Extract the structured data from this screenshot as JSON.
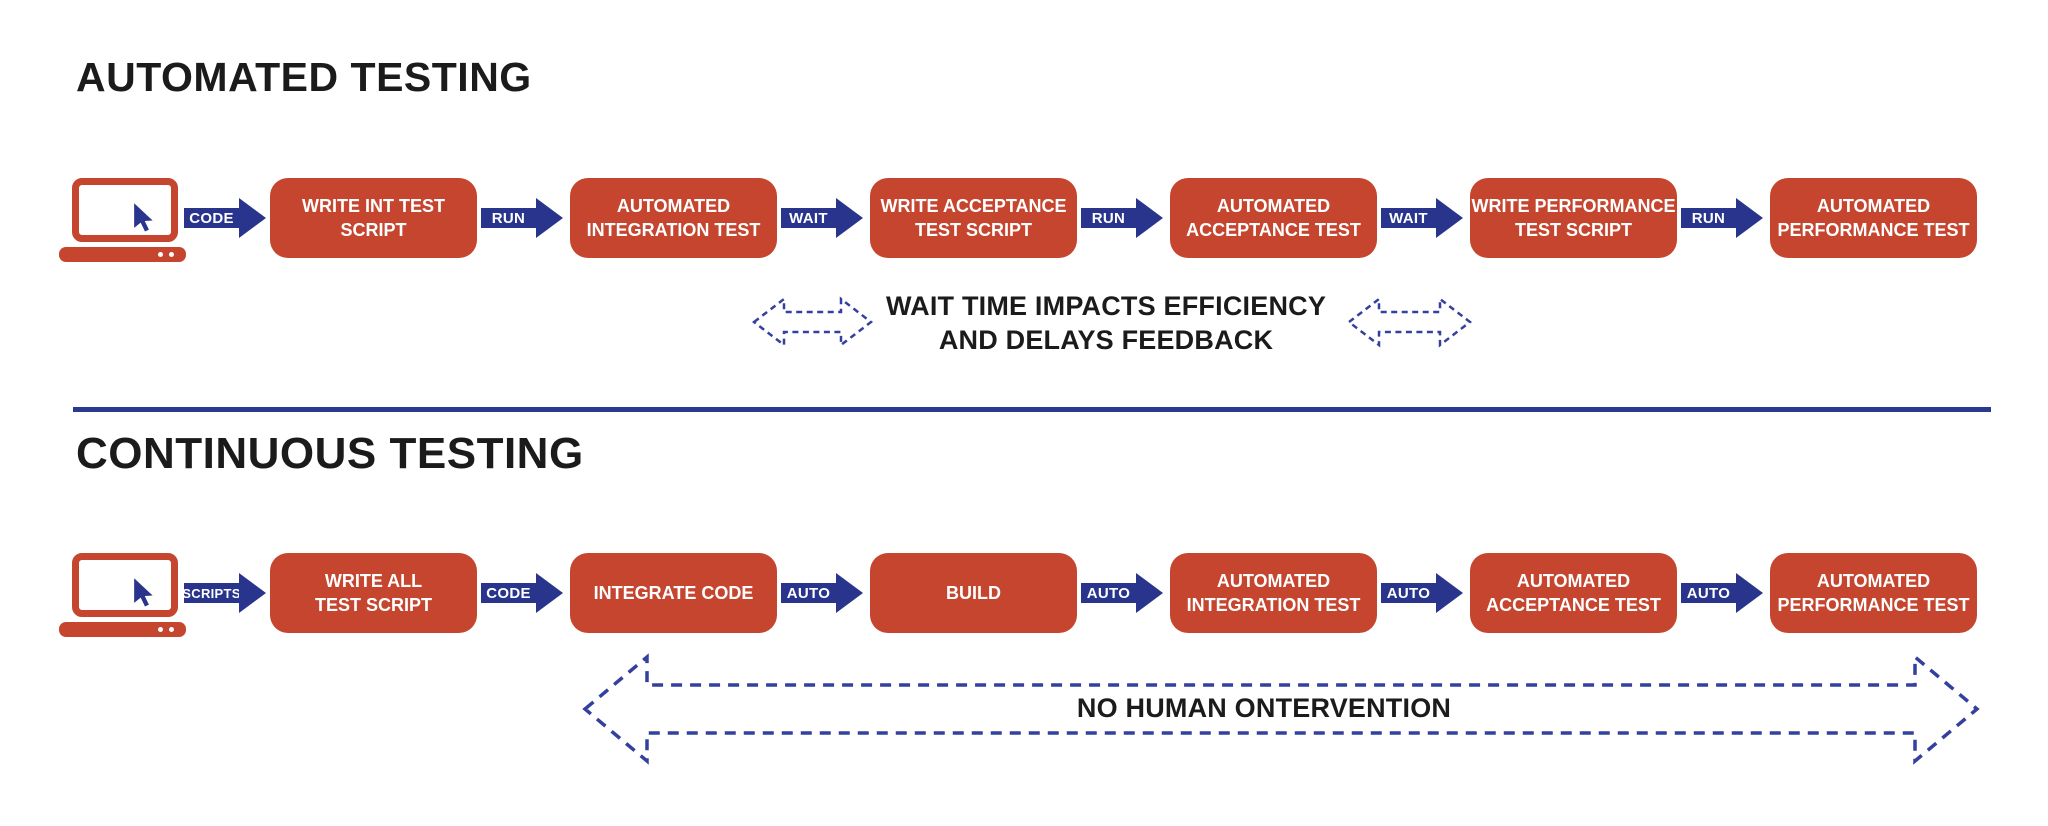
{
  "colors": {
    "box_red": "#C5452F",
    "arrow_navy": "#29358C",
    "dashed_blue": "#33409E",
    "divider_navy": "#2B3990",
    "title_text": "#1B1B1B",
    "box_text": "#FFFFFF",
    "background": "#FFFFFF"
  },
  "sections": [
    {
      "title": "AUTOMATED TESTING",
      "source_icon": "laptop-icon",
      "steps": [
        {
          "lines": [
            "WRITE INT TEST",
            "SCRIPT"
          ]
        },
        {
          "lines": [
            "AUTOMATED",
            "INTEGRATION TEST"
          ]
        },
        {
          "lines": [
            "WRITE ACCEPTANCE",
            "TEST SCRIPT"
          ]
        },
        {
          "lines": [
            "AUTOMATED",
            "ACCEPTANCE TEST"
          ]
        },
        {
          "lines": [
            "WRITE PERFORMANCE",
            "TEST SCRIPT"
          ]
        },
        {
          "lines": [
            "AUTOMATED",
            "PERFORMANCE TEST"
          ]
        }
      ],
      "connectors": [
        "CODE",
        "RUN",
        "WAIT",
        "RUN",
        "WAIT",
        "RUN"
      ],
      "annotation": {
        "icon": "dashed-double-arrow",
        "lines": [
          "WAIT TIME IMPACTS EFFICIENCY",
          "AND DELAYS FEEDBACK"
        ]
      }
    },
    {
      "title": "CONTINUOUS TESTING",
      "source_icon": "laptop-icon",
      "steps": [
        {
          "lines": [
            "WRITE ALL",
            "TEST SCRIPT"
          ]
        },
        {
          "lines": [
            "INTEGRATE CODE"
          ]
        },
        {
          "lines": [
            "BUILD"
          ]
        },
        {
          "lines": [
            "AUTOMATED",
            "INTEGRATION TEST"
          ]
        },
        {
          "lines": [
            "AUTOMATED",
            "ACCEPTANCE TEST"
          ]
        },
        {
          "lines": [
            "AUTOMATED",
            "PERFORMANCE TEST"
          ]
        }
      ],
      "connectors": [
        "SCRIPTS",
        "CODE",
        "AUTO",
        "AUTO",
        "AUTO",
        "AUTO"
      ],
      "annotation": {
        "icon": "dashed-double-arrow",
        "text": "NO HUMAN ONTERVENTION"
      }
    }
  ]
}
